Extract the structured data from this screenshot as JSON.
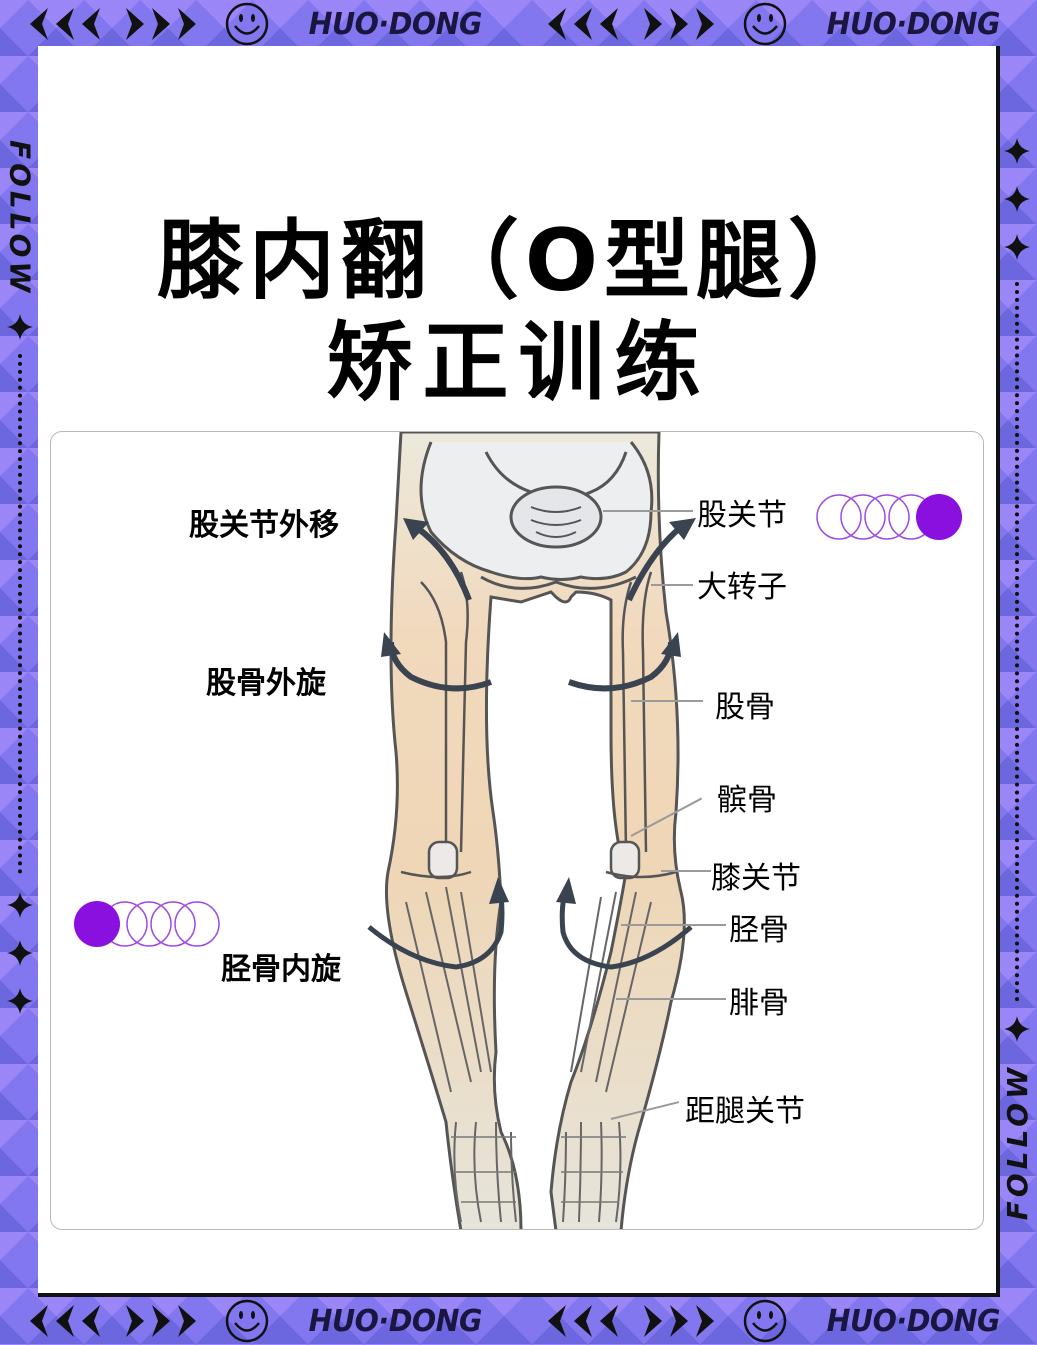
{
  "frame": {
    "brand_text": "HUO·DONG",
    "side_text": "FOLLOW",
    "colors": {
      "frame_light": "#9a86f7",
      "frame_dark": "#6c67de",
      "ink": "#1a1640",
      "accent": "#8a10e0"
    }
  },
  "title": {
    "line1": "膝内翻（O型腿）",
    "line2": "矫正训练"
  },
  "diagram": {
    "left_labels": [
      {
        "id": "hip-outward",
        "text": "股关节外移"
      },
      {
        "id": "femur-external-rotation",
        "text": "股骨外旋"
      },
      {
        "id": "tibia-internal-rotation",
        "text": "胫骨内旋"
      }
    ],
    "right_labels": [
      {
        "id": "hip-joint",
        "text": "股关节"
      },
      {
        "id": "greater-trochanter",
        "text": "大转子"
      },
      {
        "id": "femur",
        "text": "股骨"
      },
      {
        "id": "patella",
        "text": "髌骨"
      },
      {
        "id": "knee-joint",
        "text": "膝关节"
      },
      {
        "id": "tibia",
        "text": "胫骨"
      },
      {
        "id": "fibula",
        "text": "腓骨"
      },
      {
        "id": "ankle-joint",
        "text": "距腿关节"
      }
    ]
  }
}
